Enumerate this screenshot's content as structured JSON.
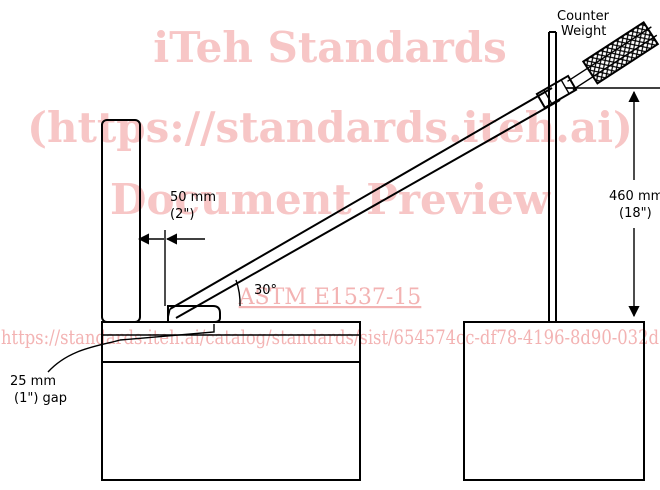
{
  "watermark": {
    "line1": "iTeh Standards",
    "line2": "(https://standards.iteh.ai)",
    "line3": "Document Preview",
    "standard": "ASTM E1537-15",
    "catalog_url": "https://standards.iteh.ai/catalog/standards/sist/654574cc-df78-4196-8d90-032d"
  },
  "labels": {
    "counter_weight_1": "Counter",
    "counter_weight_2": "Weight",
    "dim_50_mm": "50 mm",
    "dim_50_in": "(2\")",
    "angle": "30°",
    "dim_460_mm": "460 mm",
    "dim_460_in": "(18\")",
    "gap_mm": "25 mm",
    "gap_in": "(1\") gap"
  }
}
